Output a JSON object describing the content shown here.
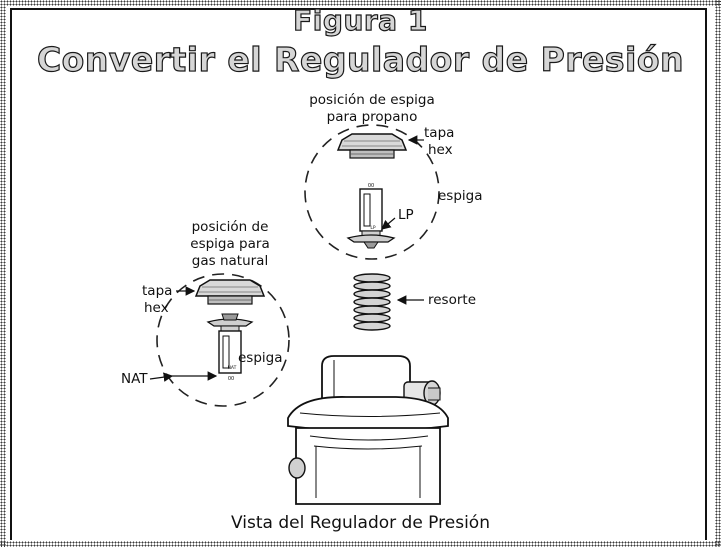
{
  "figure_label": "Figura 1",
  "title": "Convertir el Regulador de Presión",
  "caption": "Vista del Regulador de Presión",
  "top_assembly": {
    "heading_line1": "posición de espiga",
    "heading_line2": "para propano",
    "hex_cap_line1": "tapa",
    "hex_cap_line2": "hex",
    "pin_label": "espiga",
    "lp_label": "LP",
    "pin_marking_top": "00",
    "pin_marking_bottom": "LP"
  },
  "spring_label": "resorte",
  "left_assembly": {
    "heading_line1": "posición de",
    "heading_line2": "espiga para",
    "heading_line3": "gas natural",
    "hex_cap_line1": "tapa",
    "hex_cap_line2": "hex",
    "pin_label": "espiga",
    "nat_label": "NAT",
    "pin_marking_top": "NAT",
    "pin_marking_bottom": "00"
  }
}
